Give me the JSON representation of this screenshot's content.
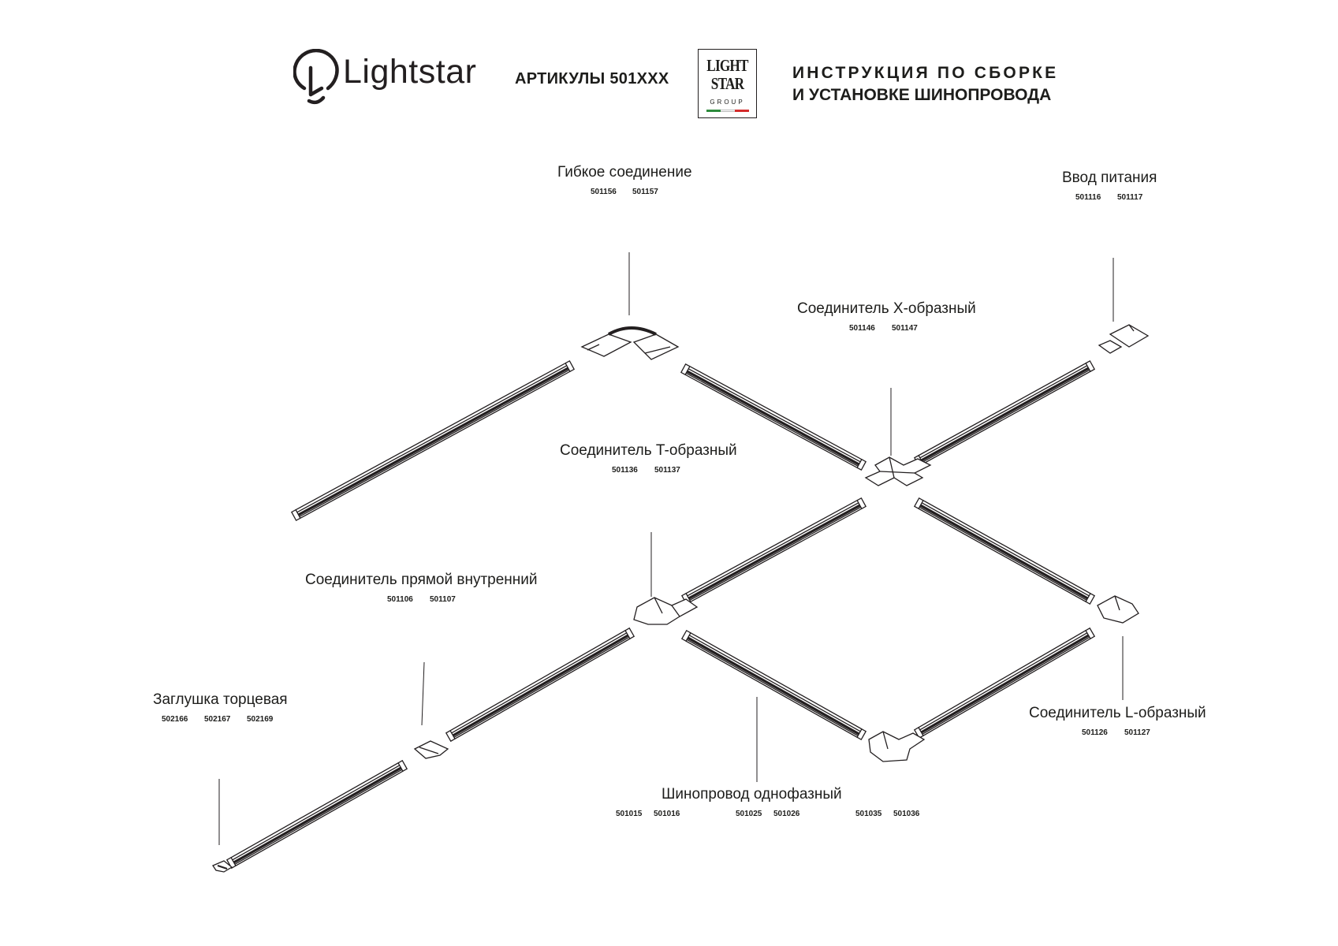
{
  "header": {
    "brand_name": "Lightstar",
    "articles": "АРТИКУЛЫ 501XXX",
    "group_logo": {
      "line1": "LIGHT",
      "line2": "STAR",
      "line3": "GROUP"
    },
    "title_line1": "ИНСТРУКЦИЯ ПО СБОРКЕ",
    "title_line2": "И УСТАНОВКЕ ШИНОПРОВОДА",
    "flag_colors": [
      "#2e8b3d",
      "#ffffff",
      "#d42b2b"
    ]
  },
  "components": {
    "flexible": {
      "label": "Гибкое соединение",
      "codes": [
        "501156",
        "501157"
      ]
    },
    "power": {
      "label": "Ввод питания",
      "codes": [
        "501116",
        "501117"
      ]
    },
    "x_connector": {
      "label": "Соединитель X-образный",
      "codes": [
        "501146",
        "501147"
      ]
    },
    "t_connector": {
      "label": "Соединитель T-образный",
      "codes": [
        "501136",
        "501137"
      ]
    },
    "straight": {
      "label": "Соединитель прямой внутренний",
      "codes": [
        "501106",
        "501107"
      ]
    },
    "end_cap": {
      "label": "Заглушка торцевая",
      "codes": [
        "502166",
        "502167",
        "502169"
      ]
    },
    "l_connector": {
      "label": "Соединитель L-образный",
      "codes": [
        "501126",
        "501127"
      ]
    },
    "track": {
      "label": "Шинопровод однофазный",
      "codes": [
        "501015",
        "501016",
        "501025",
        "501026",
        "501035",
        "501036"
      ]
    }
  }
}
